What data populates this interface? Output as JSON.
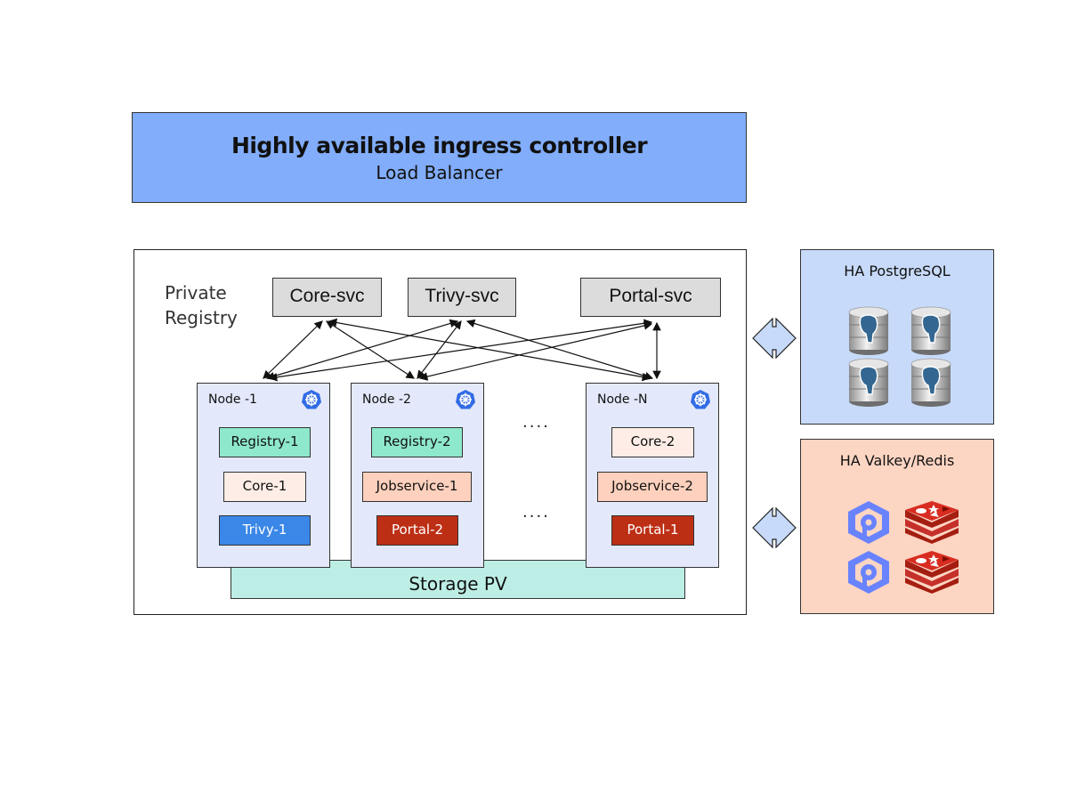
{
  "ingress": {
    "title": "Highly available ingress controller",
    "subtitle": "Load Balancer"
  },
  "registry": {
    "label_line1": "Private",
    "label_line2": "Registry",
    "services": [
      "Core-svc",
      "Trivy-svc",
      "Portal-svc"
    ],
    "storage": "Storage PV",
    "ellipsis": "....",
    "nodes": [
      {
        "title": "Node -1",
        "pods": [
          "Registry-1",
          "Core-1",
          "Trivy-1"
        ]
      },
      {
        "title": "Node -2",
        "pods": [
          "Registry-2",
          "Jobservice-1",
          "Portal-2"
        ]
      },
      {
        "title": "Node -N",
        "pods": [
          "Core-2",
          "Jobservice-2",
          "Portal-1"
        ]
      }
    ]
  },
  "postgres": {
    "title": "HA PostgreSQL",
    "icon": "postgresql-database-icon",
    "count": 4
  },
  "valkey": {
    "title": "HA Valkey/Redis",
    "icons": [
      "valkey-icon",
      "redis-icon"
    ]
  },
  "colors": {
    "ingress": "#82adfb",
    "registry_pod": "#8ee8cc",
    "core_pod": "#fdede6",
    "trivy_pod": "#3b87e8",
    "jobservice_pod": "#fdd1bd",
    "portal_pod": "#bd2f15",
    "node_bg": "#e3e9fb",
    "storage": "#bdeee6",
    "postgres_bg": "#c7daf9",
    "valkey_bg": "#fdd5c3"
  }
}
